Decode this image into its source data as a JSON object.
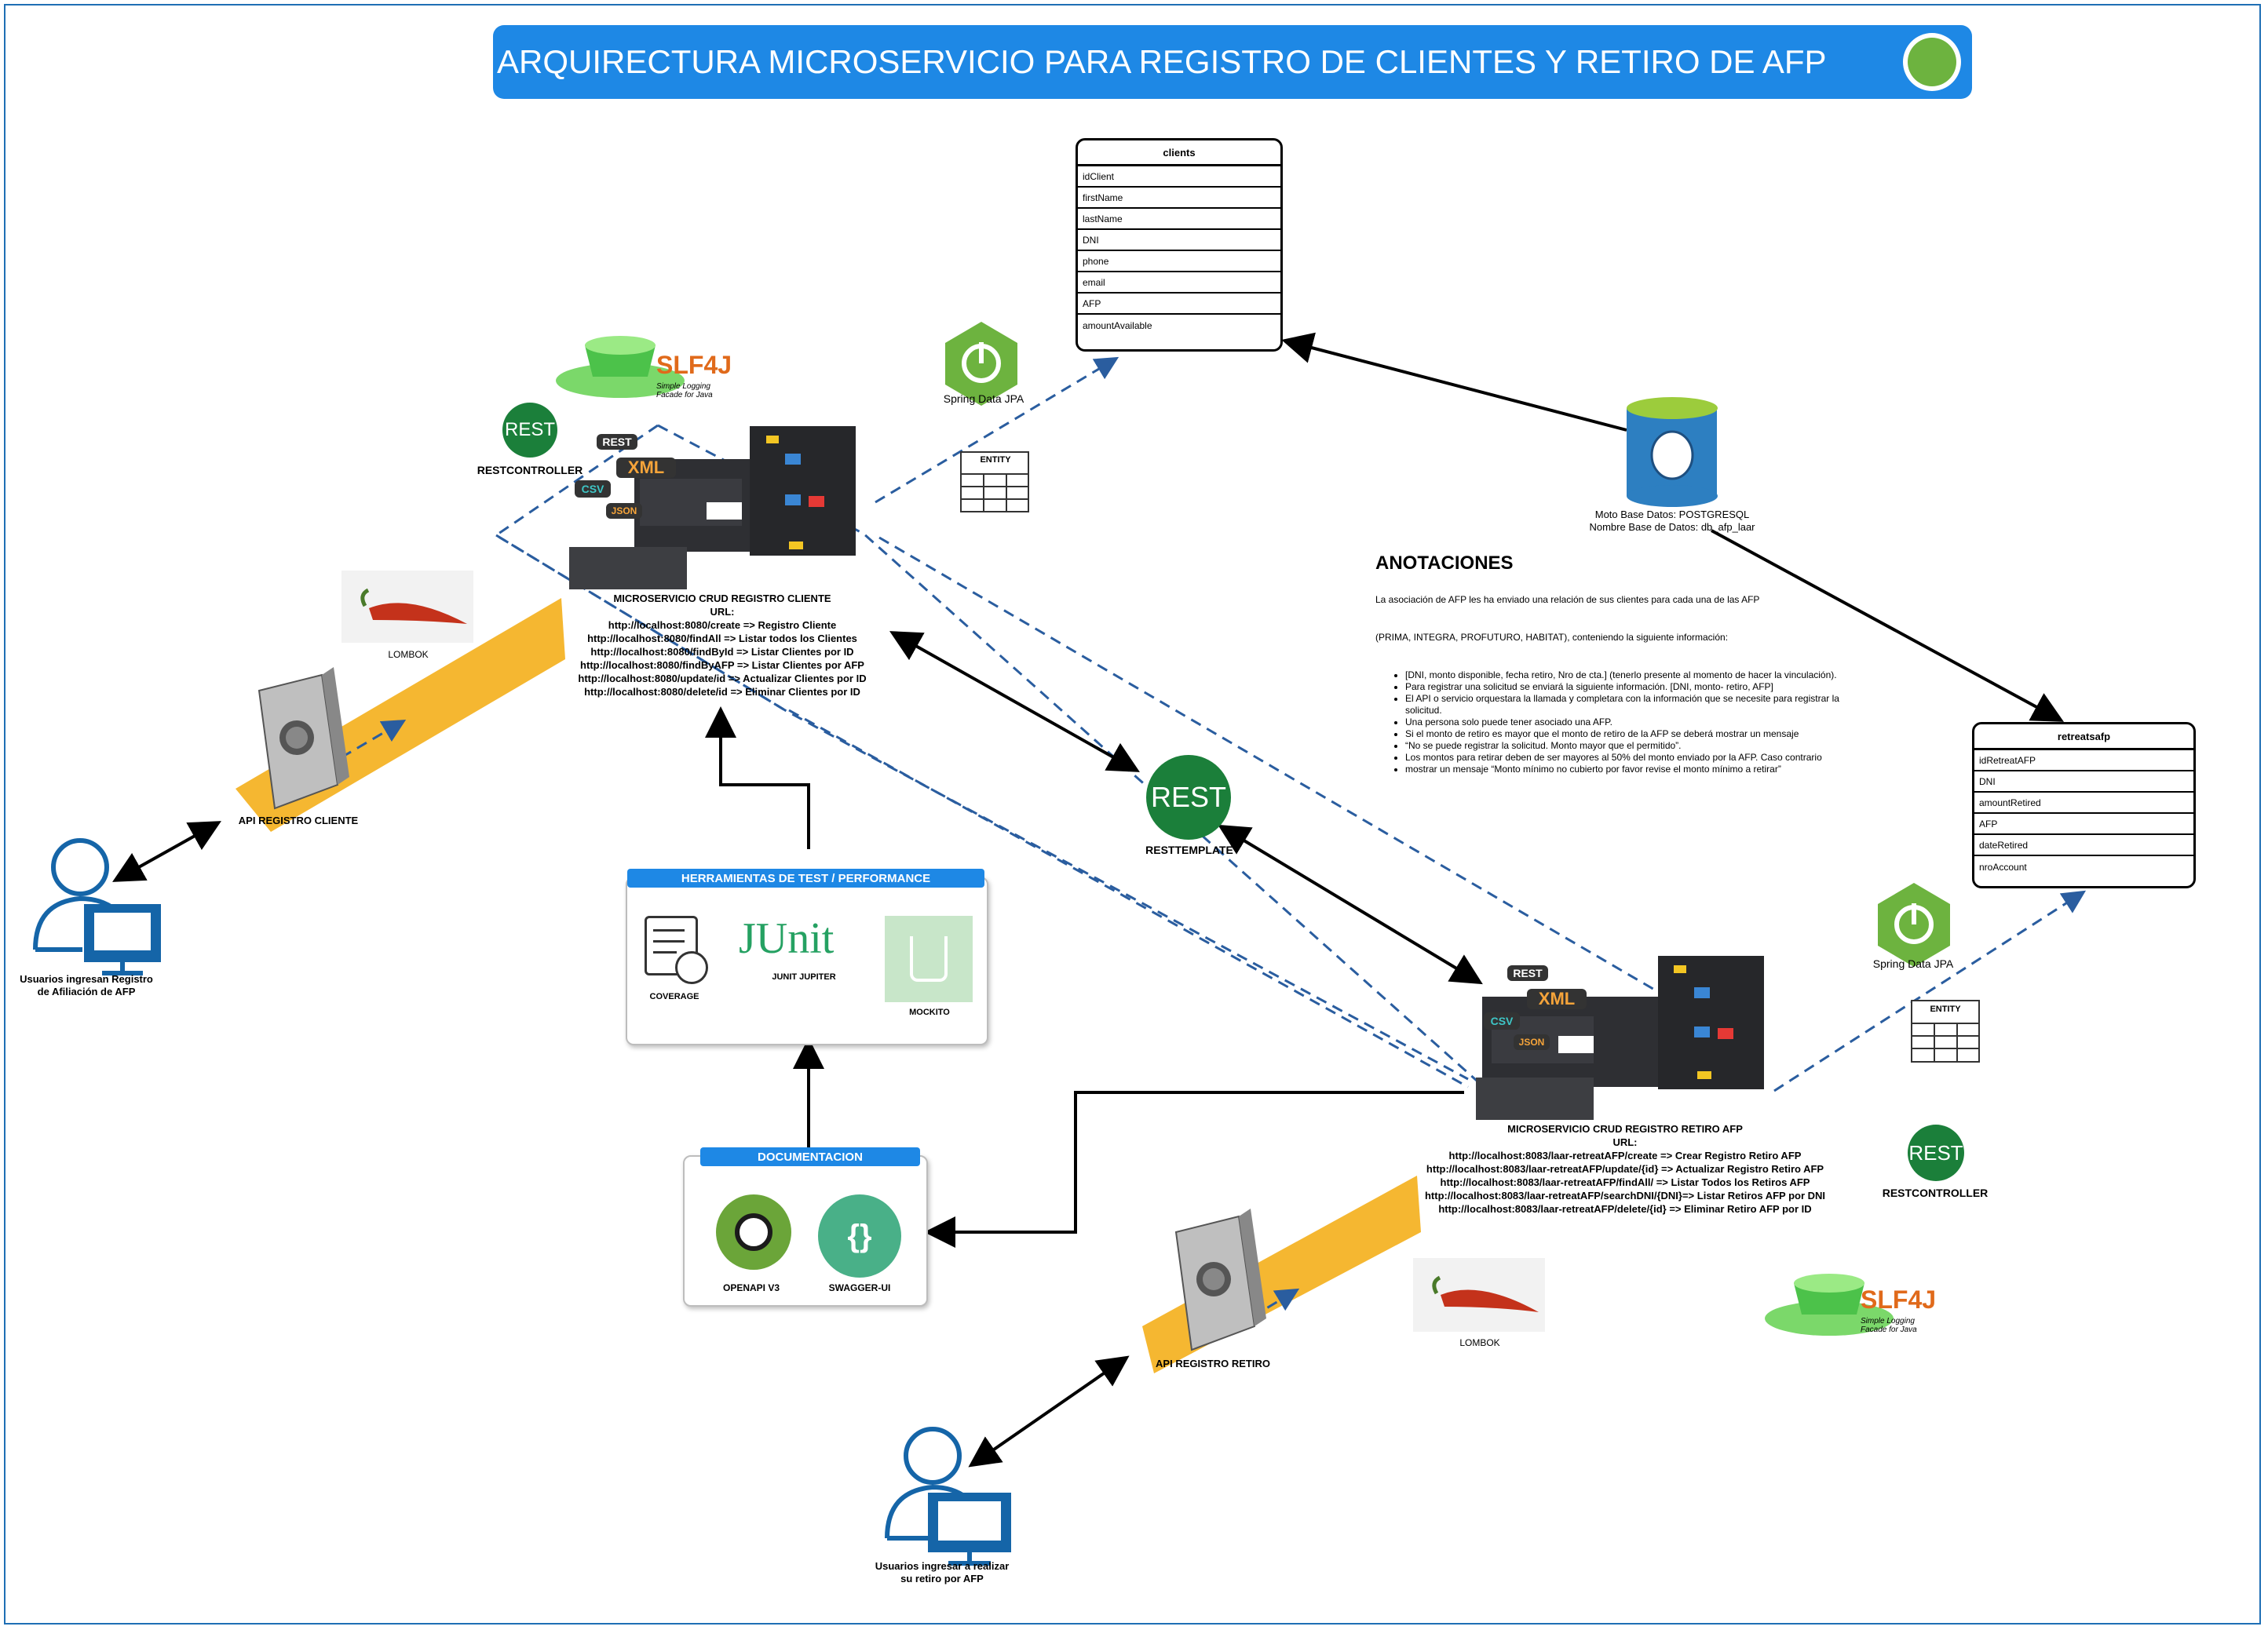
{
  "title": "ARQUIRECTURA MICROSERVICIO PARA REGISTRO DE CLIENTES Y RETIRO DE AFP",
  "clients_table": {
    "name": "clients",
    "fields": [
      "idClient",
      "firstName",
      "lastName",
      "DNI",
      "phone",
      "email",
      "AFP",
      "amountAvailable"
    ]
  },
  "retreats_table": {
    "name": "retreatsafp",
    "fields": [
      "idRetreatAFP",
      "DNI",
      "amountRetired",
      "AFP",
      "dateRetired",
      "nroAccount"
    ]
  },
  "spring_data_jpa": "Spring Data JPA",
  "entity": "ENTITY",
  "database": {
    "line1": "Moto Base  Datos: POSTGRESQL",
    "line2": "Nombre Base de Datos: db_afp_laar"
  },
  "slf4j": {
    "name": "SLF4J",
    "sub1": "Simple Logging",
    "sub2": "Facade for Java"
  },
  "rest_label": "REST",
  "restcontroller": "RESTCONTROLLER",
  "resttemplate": "RESTTEMPLATE",
  "lombok": "LOMBOK",
  "tags": {
    "rest": "REST",
    "xml": "XML",
    "csv": "CSV",
    "json": "JSON"
  },
  "ms_cliente": {
    "title": "MICROSERVICIO CRUD REGISTRO CLIENTE",
    "url_label": "URL:",
    "urls": [
      "http://localhost:8080/create => Registro Cliente",
      "http://localhost:8080/findAll => Listar todos los Clientes",
      "http://localhost:8080/findById => Listar Clientes por ID",
      "http://localhost:8080/findByAFP => Listar Clientes por AFP",
      "http://localhost:8080/update/id => Actualizar Clientes por ID",
      "http://localhost:8080/delete/id => Eliminar Clientes por ID"
    ]
  },
  "ms_retiro": {
    "title": "MICROSERVICIO CRUD REGISTRO RETIRO AFP",
    "url_label": "URL:",
    "urls": [
      "http://localhost:8083/laar-retreatAFP/create => Crear Registro Retiro AFP",
      "http://localhost:8083/laar-retreatAFP/update/{id} => Actualizar Registro Retiro AFP",
      "http://localhost:8083/laar-retreatAFP/findAll/ => Listar Todos los Retiros AFP",
      "http://localhost:8083/laar-retreatAFP/searchDNI/{DNI}=> Listar Retiros AFP por DNI",
      "http://localhost:8083/laar-retreatAFP/delete/{id} => Eliminar Retiro AFP por ID"
    ]
  },
  "api_cliente": "API REGISTRO CLIENTE",
  "api_retiro": "API REGISTRO RETIRO",
  "user1": {
    "line1": "Usuarios ingresan Registro",
    "line2": "de Afiliación de AFP"
  },
  "user2": {
    "line1": "Usuarios ingresar a realizar",
    "line2": "su retiro por AFP"
  },
  "tools": {
    "header": "HERRAMIENTAS DE TEST  /  PERFORMANCE",
    "coverage": "COVERAGE",
    "junit_logo": "JUnit",
    "junit": "JUNIT JUPITER",
    "mockito": "MOCKITO"
  },
  "docs": {
    "header": "DOCUMENTACION",
    "openapi": "OPENAPI V3",
    "swagger": "SWAGGER-UI"
  },
  "notes": {
    "title": "ANOTACIONES",
    "p1": "La asociación de AFP les ha enviado una relación de sus clientes para cada una de las AFP",
    "p2": "(PRIMA, INTEGRA, PROFUTURO, HABITAT), conteniendo la siguiente información:",
    "items": [
      "[DNI, monto disponible, fecha retiro, Nro de cta.] (tenerlo presente al momento de hacer la vinculación).",
      "Para registrar una solicitud se enviará la siguiente información. [DNI, monto- retiro, AFP]",
      "El API o servicio orquestara la llamada y completara con la información que se necesite para registrar la solicitud.",
      "Una persona solo puede tener asociado una AFP.",
      "Si el monto de retiro es mayor que el monto de retiro de la AFP se deberá mostrar un mensaje",
      "“No se puede registrar la solicitud. Monto mayor que el permitido”.",
      "Los montos para retirar deben de ser mayores al 50% del monto enviado por la AFP. Caso contrario",
      "mostrar un mensaje “Monto mínimo no cubierto por favor revise el monto mínimo a retirar”"
    ]
  },
  "colors": {
    "accent_blue": "#1e88e5",
    "rest_green": "#1b7f3a",
    "spring_green": "#6db33f",
    "api_yellow": "#f5b731",
    "dashed_blue": "#2a5d9f",
    "user_blue": "#1565a8"
  }
}
